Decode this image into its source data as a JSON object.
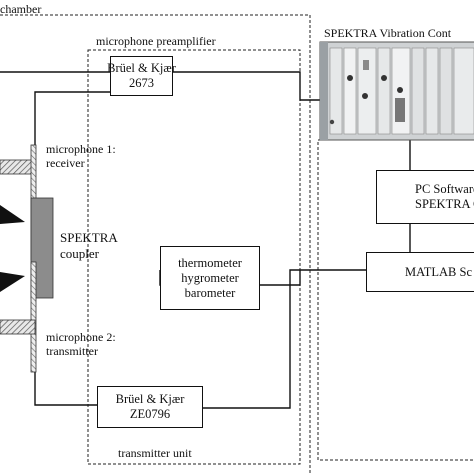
{
  "diagram": {
    "chamber_label": "chamber",
    "preamp_label": "microphone preamplifier",
    "preamp_box": [
      "Brüel & Kjær",
      "2673"
    ],
    "transmitter_unit_label": "transmitter unit",
    "transmitter_box": [
      "Brüel & Kjær",
      "ZE0796"
    ],
    "mic1_label": [
      "microphone 1:",
      "receiver"
    ],
    "mic2_label": [
      "microphone 2:",
      "transmitter"
    ],
    "coupler_label": [
      "SPEKTRA",
      "coupler"
    ],
    "sensors_box": [
      "thermometer",
      "hygrometer",
      "barometer"
    ],
    "vibration_controller_label": "SPEKTRA Vibration Cont",
    "pc_software_box": [
      "PC Software",
      "SPEKTRA C"
    ],
    "matlab_box": "MATLAB Sc"
  }
}
